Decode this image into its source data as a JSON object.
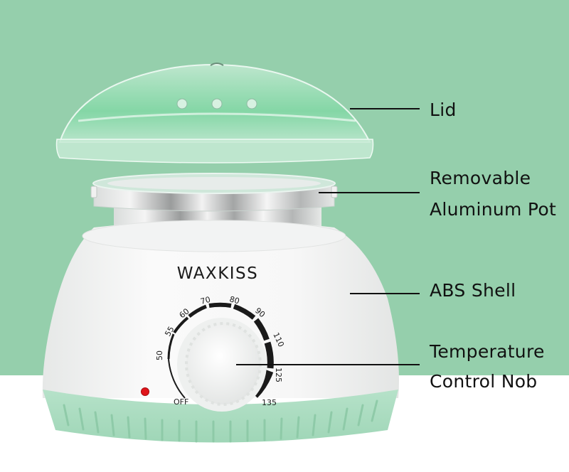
{
  "brand": {
    "logo_text": "WAXKISS"
  },
  "colors": {
    "background_green": "#95cfac",
    "floor": "#ffffff",
    "body_white": "#f4f4f4",
    "base_green": "#a9dcc0",
    "indicator_red": "#e0151b",
    "dial_ink": "#1a1a1a"
  },
  "callouts": [
    {
      "id": "lid",
      "lines": [
        "Lid"
      ]
    },
    {
      "id": "pot",
      "lines": [
        "Removable",
        "Aluminum Pot"
      ]
    },
    {
      "id": "shell",
      "lines": [
        "ABS Shell"
      ]
    },
    {
      "id": "knob",
      "lines": [
        "Temperature",
        "Control Nob"
      ]
    }
  ],
  "dial": {
    "scale_labels": [
      "OFF",
      "50",
      "55",
      "60",
      "70",
      "80",
      "90",
      "110",
      "125",
      "135"
    ]
  },
  "indicator": {
    "type": "power-indicator-light"
  }
}
